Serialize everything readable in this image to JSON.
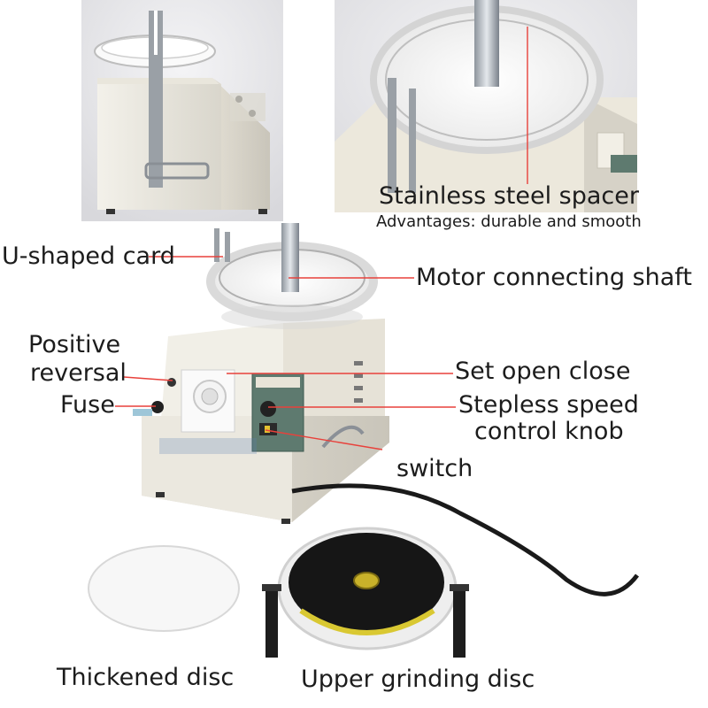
{
  "labels": {
    "spacer_title": "Stainless steel spacer",
    "spacer_sub": "Advantages: durable and smooth",
    "u_card": "U-shaped card",
    "motor_shaft": "Motor connecting shaft",
    "positive": "Positive",
    "reversal": "reversal",
    "fuse": "Fuse",
    "set_open_close": "Set open close",
    "stepless_1": "Stepless speed",
    "stepless_2": "control knob",
    "switch": "switch",
    "thickened_disc": "Thickened disc",
    "upper_disc": "Upper grinding disc"
  },
  "colors": {
    "pointer_line": "#e8413b",
    "machine_body": "#ece8dc",
    "panel_green": "#5e7a6f",
    "disc_black": "#161616",
    "disc_yellow": "#d9c832",
    "background": "#ffffff"
  }
}
